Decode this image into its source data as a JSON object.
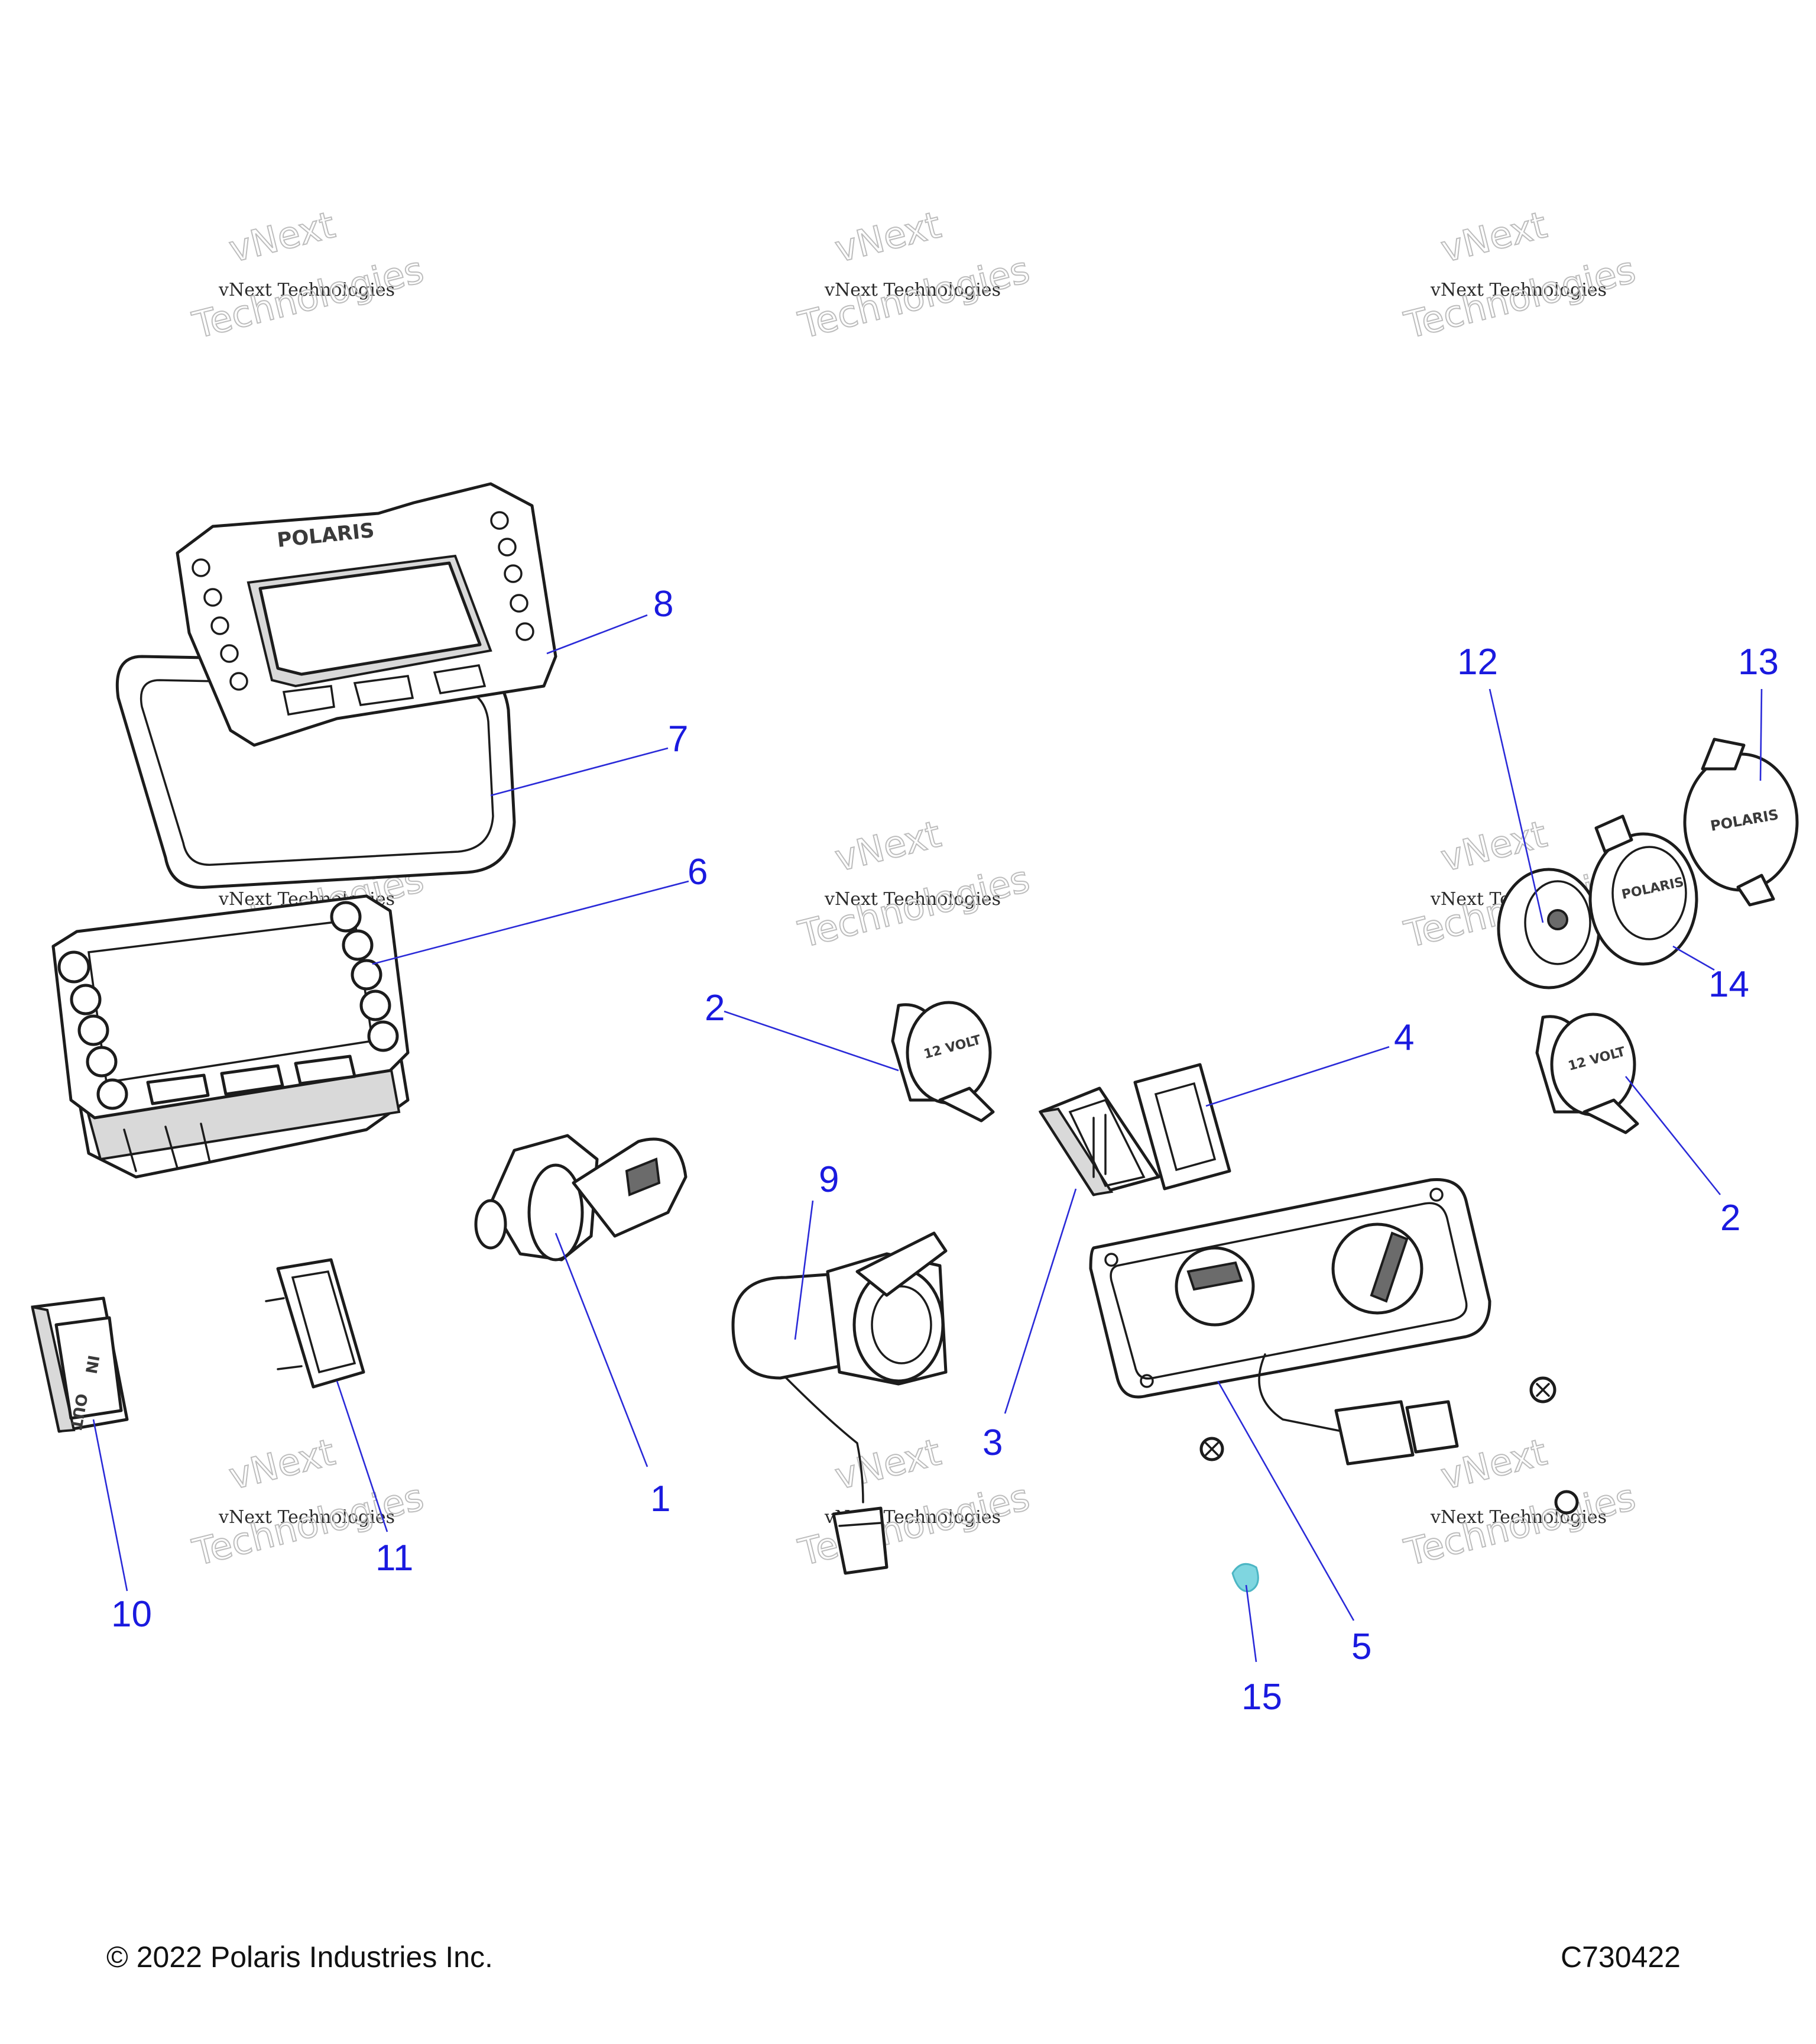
{
  "callouts": {
    "c1": "1",
    "c2a": "2",
    "c2b": "2",
    "c3": "3",
    "c4": "4",
    "c5": "5",
    "c6": "6",
    "c7": "7",
    "c8": "8",
    "c9": "9",
    "c10": "10",
    "c11": "11",
    "c12": "12",
    "c13": "13",
    "c14": "14",
    "c15": "15"
  },
  "part_markings": {
    "bezel_brand": "POLARIS",
    "cap_brand_13": "POLARIS",
    "cap_brand_14": "POLARIS",
    "socket_left": "12 VOLT",
    "socket_right": "12 VOLT",
    "switch_in": "IN",
    "switch_out": "OUT"
  },
  "watermark": {
    "line1": "vNext",
    "line2": "vNext Technologies",
    "line3": "Technologies"
  },
  "footer": {
    "copyright": "© 2022 Polaris Industries Inc.",
    "drawing_number": "C730422"
  },
  "colors": {
    "callout": "#1a1adf",
    "leader": "#2a2ad8",
    "highlight_part_15": "#7fd6e0"
  }
}
